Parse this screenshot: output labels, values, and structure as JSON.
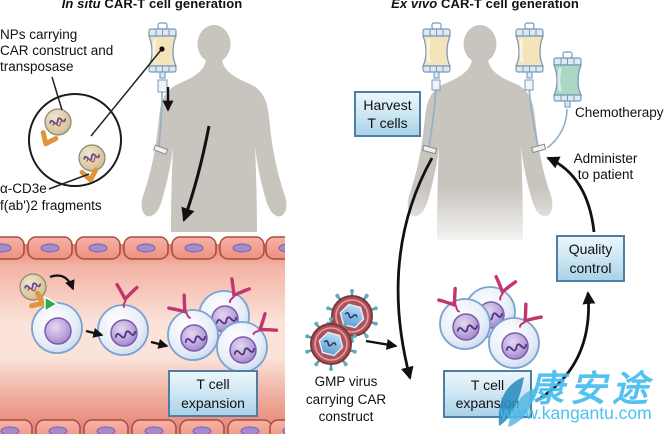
{
  "titles": {
    "left": {
      "italic": "In situ",
      "rest": " CAR-T cell generation"
    },
    "right": {
      "italic": "Ex vivo",
      "rest": " CAR-T cell generation"
    }
  },
  "labels": {
    "np": {
      "line1": "NPs carrying",
      "line2": "CAR construct and",
      "line3": "transposase"
    },
    "cd3e": "α-CD3e",
    "fab": "f(ab')2 fragments",
    "chemotherapy": "Chemotherapy",
    "administer": {
      "line1": "Administer",
      "line2": "to patient"
    },
    "gmp": {
      "line1": "GMP virus",
      "line2": "carrying CAR",
      "line3": "construct"
    }
  },
  "boxes": {
    "harvest": {
      "line1": "Harvest",
      "line2": "T cells"
    },
    "quality": {
      "line1": "Quality",
      "line2": "control"
    },
    "expansion_left": {
      "line1": "T cell",
      "line2": "expansion"
    },
    "expansion_right": {
      "line1": "T cell",
      "line2": "expansion"
    }
  },
  "watermark": {
    "name": "康安途",
    "url": "www.kangantu.com"
  },
  "colors": {
    "box_border": "#4d7fa6",
    "box_fill": "#cfe7f4",
    "watermark_blue": "#45bdf0",
    "car_magenta": "#c2356f",
    "silhouette_gray": "#c8c4be",
    "vessel_pink": "#fbe3da",
    "nanoparticle_tan": "#d9c79e",
    "fragment_orange": "#e0953c",
    "bag_cream": "#f3e4bb",
    "bag_green": "#a9d8c3",
    "virus_red": "#b25058"
  }
}
